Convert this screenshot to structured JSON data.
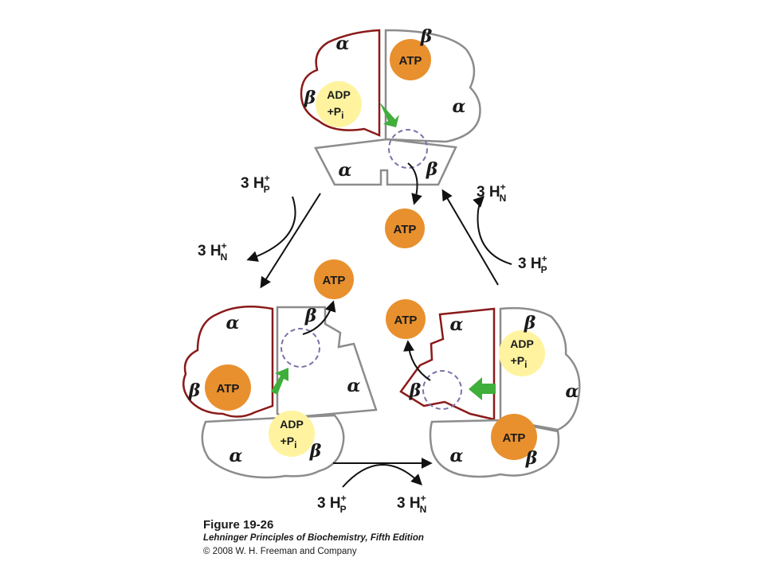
{
  "labels": {
    "alpha": "α",
    "beta": "β",
    "atp": "ATP",
    "adp": "ADP",
    "plus_pi": "+P",
    "pi_sub": "i",
    "three_h": "3 H",
    "plus": "+",
    "sub_p": "P",
    "sub_n": "N"
  },
  "caption": {
    "figure": "Figure 19-26",
    "book": "Lehninger Principles of Biochemistry, Fifth Edition",
    "copyright": "© 2008 W. H. Freeman and Company"
  },
  "colors": {
    "outline_red": "#8b1a1a",
    "outline_gray": "#8c8c8c",
    "atp_fill": "#e8902e",
    "adp_fill": "#fff3a0",
    "green_arrow": "#3fae3a",
    "site_dash": "#7a72a8"
  }
}
